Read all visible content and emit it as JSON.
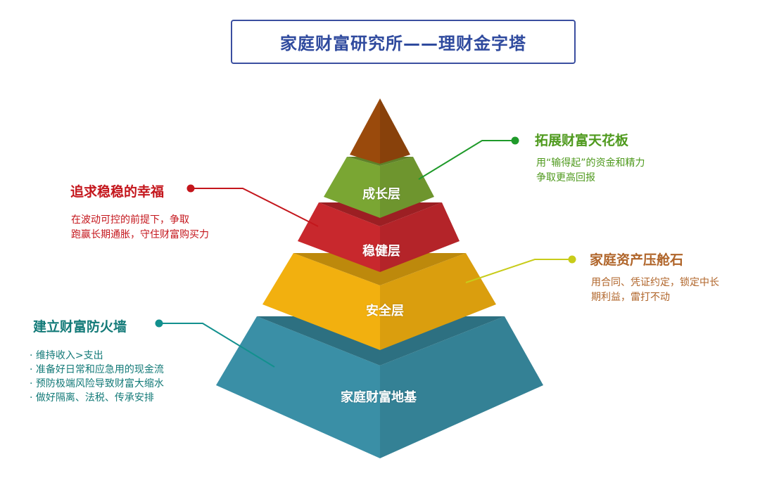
{
  "title": "家庭财富研究所——理财金字塔",
  "tiers": [
    {
      "label": "",
      "color": "#9a4a0c"
    },
    {
      "label": "成长层",
      "color": "#7aa633"
    },
    {
      "label": "稳健层",
      "color": "#c8282d"
    },
    {
      "label": "安全层",
      "color": "#f2b00f"
    },
    {
      "label": "家庭财富地基",
      "color": "#3a8fa6"
    }
  ],
  "callouts": {
    "growth": {
      "heading": "拓展财富天花板",
      "lines": [
        "用“输得起”的资金和精力",
        "争取更高回报"
      ],
      "color": "#4f9a1e",
      "line_color": "#1f9a2a"
    },
    "steady": {
      "heading": "追求稳稳的幸福",
      "lines": [
        "在波动可控的前提下，争取",
        "跑赢长期通胀，守住财富购买力"
      ],
      "color": "#c4161c",
      "line_color": "#c4161c"
    },
    "safety": {
      "heading": "家庭资产压舱石",
      "lines": [
        "用合同、凭证约定，锁定中长",
        "期利益，雷打不动"
      ],
      "color": "#b0652a",
      "line_color": "#c8cc1a"
    },
    "foundation": {
      "heading": "建立财富防火墙",
      "lines": [
        "· 维持收入>支出",
        "· 准备好日常和应急用的现金流",
        "· 预防极端风险导致财富大缩水",
        "· 做好隔离、法税、传承安排"
      ],
      "color": "#137a78",
      "line_color": "#12908e"
    }
  }
}
